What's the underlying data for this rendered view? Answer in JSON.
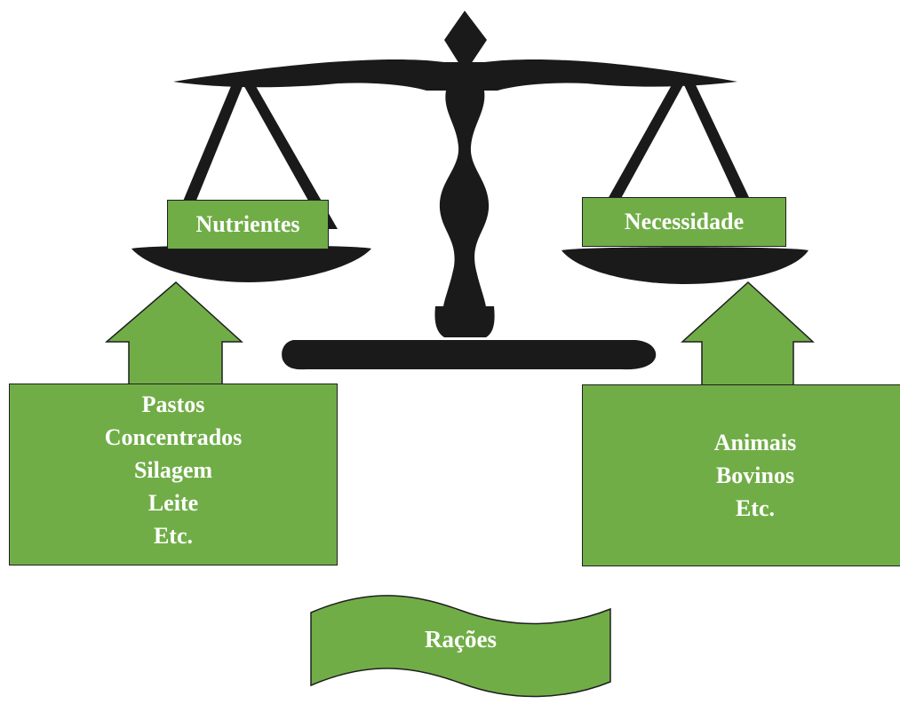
{
  "pan_labels": {
    "left": "Nutrientes",
    "right": "Necessidade"
  },
  "left_box": {
    "items": [
      "Pastos",
      "Concentrados",
      "Silagem",
      "Leite",
      "Etc."
    ]
  },
  "right_box": {
    "items": [
      "Animais",
      "Bovinos",
      "Etc."
    ]
  },
  "banner": {
    "label": "Rações"
  },
  "colors": {
    "green": "#70ad47",
    "scale": "#1a1a1a",
    "text": "#ffffff"
  }
}
